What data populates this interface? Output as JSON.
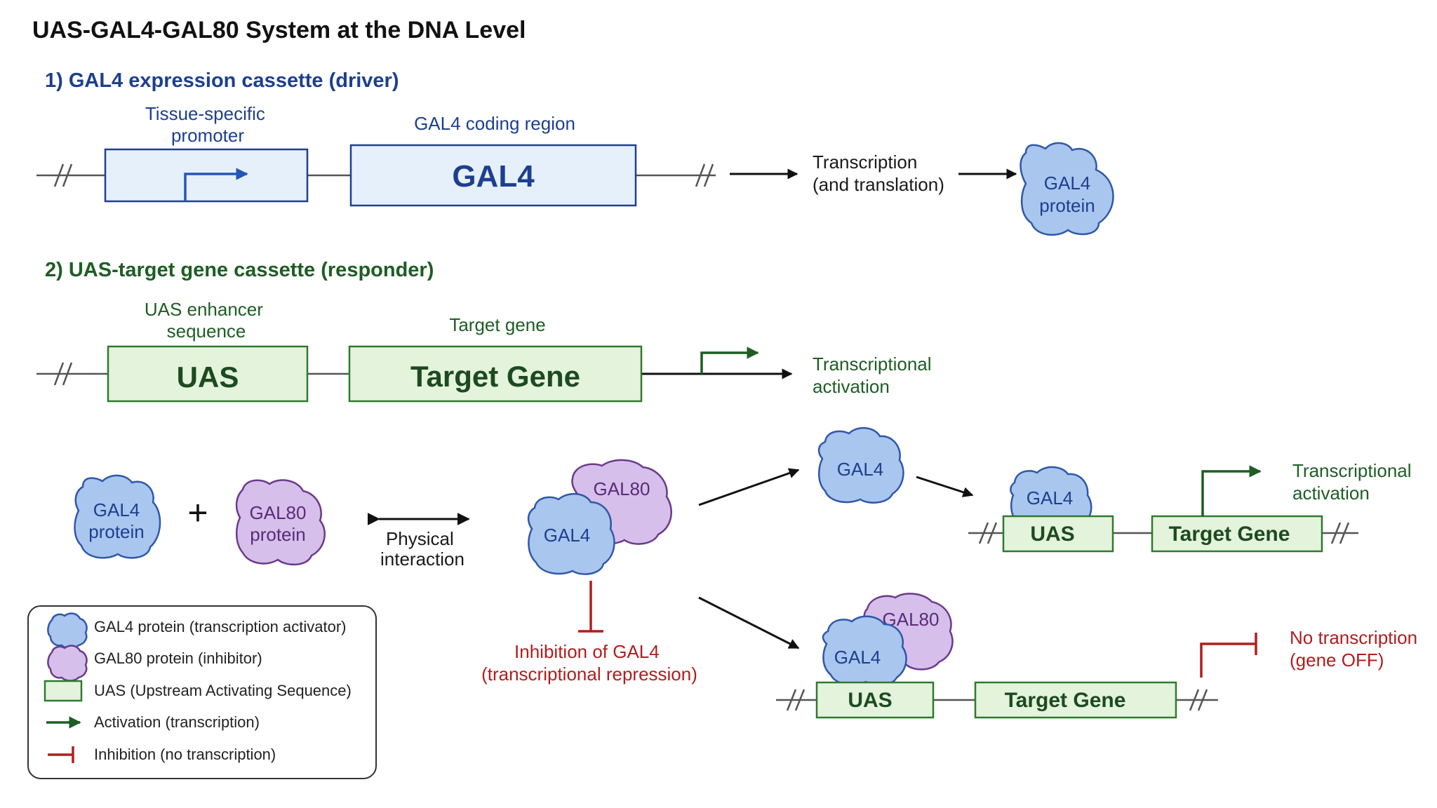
{
  "title": "UAS-GAL4-GAL80 System at the DNA Level",
  "section1": {
    "heading": "1) GAL4 expression cassette (driver)",
    "promoter_label": [
      "Tissue-specific",
      "promoter"
    ],
    "coding_label": "GAL4 coding region",
    "gene_box": "GAL4",
    "process_label": [
      "Transcription",
      "(and translation)"
    ],
    "product": [
      "GAL4",
      "protein"
    ]
  },
  "section2": {
    "heading": "2) UAS-target gene cassette (responder)",
    "uas_label": [
      "UAS enhancer",
      "sequence"
    ],
    "uas_box": "UAS",
    "target_label": "Target gene",
    "target_box": "Target Gene",
    "activation_label": [
      "Transcriptional",
      "activation"
    ]
  },
  "interaction": {
    "gal4_protein": [
      "GAL4",
      "protein"
    ],
    "plus": "+",
    "gal80_protein": [
      "GAL80",
      "protein"
    ],
    "physical_label": [
      "Physical",
      "interaction"
    ],
    "complex_gal80": "GAL80",
    "complex_gal4": "GAL4",
    "inhibition_label": [
      "Inhibition of GAL4",
      "(transcriptional repression)"
    ]
  },
  "outcome_active": {
    "free_gal4": "GAL4",
    "bound_gal4": "GAL4",
    "uas_box": "UAS",
    "target_box": "Target Gene",
    "label": [
      "Transcriptional",
      "activation"
    ]
  },
  "outcome_repressed": {
    "gal80": "GAL80",
    "gal4": "GAL4",
    "uas_box": "UAS",
    "target_box": "Target Gene",
    "label": [
      "No transcription",
      "(gene OFF)"
    ]
  },
  "legend": {
    "items": [
      {
        "icon": "gal4-blob-icon",
        "label": "GAL4 protein (transcription activator)"
      },
      {
        "icon": "gal80-blob-icon",
        "label": "GAL80 protein (inhibitor)"
      },
      {
        "icon": "uas-box-icon",
        "label": "UAS (Upstream Activating Sequence)"
      },
      {
        "icon": "activation-arrow-icon",
        "label": "Activation (transcription)"
      },
      {
        "icon": "inhibition-bar-icon",
        "label": "Inhibition (no transcription)"
      }
    ]
  },
  "colors": {
    "driver_blue": "#1d3f8f",
    "responder_green": "#1d5e23",
    "gal4_fill": "#a9c6ef",
    "gal80_fill": "#d6bfea",
    "uas_fill": "#e3f3dc",
    "inhibition_red": "#b01e1e"
  }
}
